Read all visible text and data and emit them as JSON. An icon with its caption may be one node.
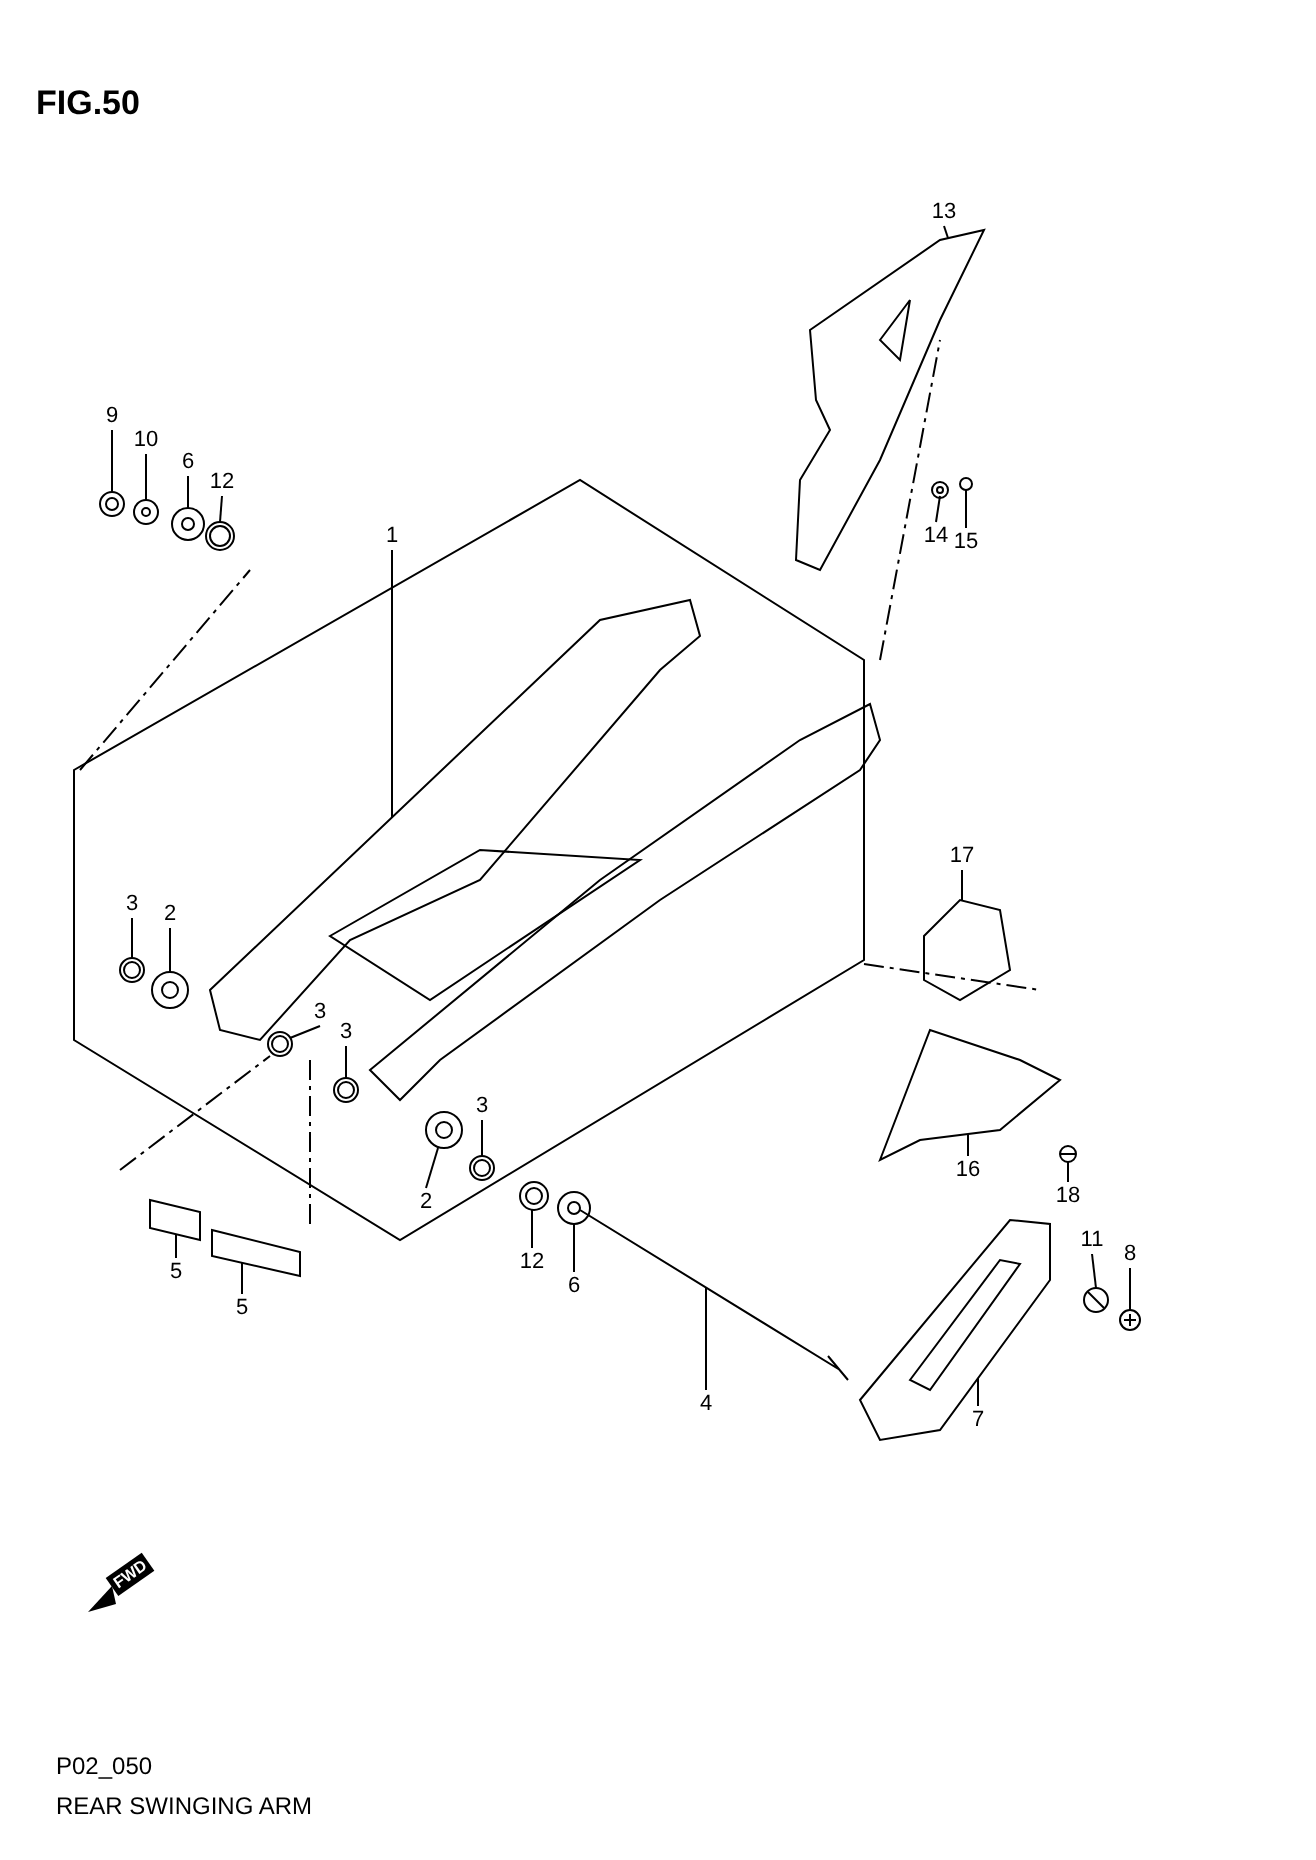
{
  "diagram": {
    "title": "FIG.50",
    "nodes": [
      {
        "text": [
          "13"
        ]
      },
      {
        "text": [
          "9"
        ]
      },
      {
        "text": [
          "10"
        ]
      },
      {
        "text": [
          "6"
        ]
      },
      {
        "text": [
          "12"
        ]
      },
      {
        "text": [
          "14"
        ]
      },
      {
        "text": [
          "15"
        ]
      },
      {
        "text": [
          "1"
        ]
      },
      {
        "text": [
          "17"
        ]
      },
      {
        "text": [
          "3"
        ]
      },
      {
        "text": [
          "2"
        ]
      },
      {
        "text": [
          "3"
        ]
      },
      {
        "text": [
          "3"
        ]
      },
      {
        "text": [
          "3"
        ]
      },
      {
        "text": [
          "16"
        ]
      },
      {
        "text": [
          "2"
        ]
      },
      {
        "text": [
          "18"
        ]
      },
      {
        "text": [
          "12"
        ]
      },
      {
        "text": [
          "6"
        ]
      },
      {
        "text": [
          "11"
        ]
      },
      {
        "text": [
          "8"
        ]
      },
      {
        "text": [
          "5"
        ]
      },
      {
        "text": [
          "5"
        ]
      },
      {
        "text": [
          "4"
        ]
      },
      {
        "text": [
          "7"
        ]
      },
      {
        "text": [],
        "shape": "picture"
      },
      {
        "text": [],
        "shape": "picture"
      },
      {
        "text": [],
        "shape": "picture"
      },
      {
        "text": [],
        "shape": "picture"
      },
      {
        "text": [],
        "shape": "picture"
      },
      {
        "text": [],
        "shape": "picture"
      },
      {
        "text": [],
        "shape": "picture"
      },
      {
        "text": [],
        "shape": "picture"
      },
      {
        "text": [],
        "shape": "picture"
      },
      {
        "text": [],
        "shape": "picture"
      },
      {
        "text": [],
        "shape": "picture"
      },
      {
        "text": [],
        "shape": "picture"
      },
      {
        "text": [],
        "shape": "picture"
      },
      {
        "text": [],
        "shape": "picture"
      },
      {
        "text": [],
        "shape": "picture"
      },
      {
        "text": [],
        "shape": "picture"
      },
      {
        "text": [],
        "shape": "picture"
      },
      {
        "text": [],
        "shape": "picture"
      },
      {
        "text": [],
        "shape": "picture"
      },
      {
        "text": [],
        "shape": "picture"
      },
      {
        "text": [],
        "shape": "picture"
      },
      {
        "text": [],
        "shape": "picture"
      },
      {
        "text": [],
        "shape": "picture"
      },
      {
        "text": [],
        "shape": "picture"
      },
      {
        "text": [],
        "shape": "picture"
      }
    ],
    "edges": [
      {
        "from": 0,
        "to": 25,
        "arrow": "none"
      },
      {
        "from": 1,
        "to": 26,
        "arrow": "none"
      },
      {
        "from": 2,
        "to": 27,
        "arrow": "none"
      },
      {
        "from": 3,
        "to": 28,
        "arrow": "none"
      },
      {
        "from": 4,
        "to": 29,
        "arrow": "none"
      },
      {
        "from": 5,
        "to": 30,
        "arrow": "none"
      },
      {
        "from": 6,
        "to": 31,
        "arrow": "none"
      },
      {
        "from": 7,
        "to": 32,
        "arrow": "none"
      },
      {
        "from": 8,
        "to": 33,
        "arrow": "none"
      },
      {
        "from": 9,
        "to": 34,
        "arrow": "none"
      },
      {
        "from": 10,
        "to": 35,
        "arrow": "none"
      },
      {
        "from": 11,
        "to": 36,
        "arrow": "none"
      },
      {
        "from": 12,
        "to": 37,
        "arrow": "none"
      },
      {
        "from": 13,
        "to": 38,
        "arrow": "none"
      },
      {
        "from": 14,
        "to": 39,
        "arrow": "none"
      },
      {
        "from": 15,
        "to": 40,
        "arrow": "none"
      },
      {
        "from": 16,
        "to": 41,
        "arrow": "none"
      },
      {
        "from": 17,
        "to": 42,
        "arrow": "none"
      },
      {
        "from": 18,
        "to": 43,
        "arrow": "none"
      },
      {
        "from": 19,
        "to": 44,
        "arrow": "none"
      },
      {
        "from": 20,
        "to": 45,
        "arrow": "none"
      },
      {
        "from": 21,
        "to": 46,
        "arrow": "none"
      },
      {
        "from": 22,
        "to": 47,
        "arrow": "none"
      },
      {
        "from": 23,
        "to": 48,
        "arrow": "none"
      },
      {
        "from": 24,
        "to": 49,
        "arrow": "none"
      }
    ],
    "labels": [
      "FWD",
      "P02_050",
      "REAR SWINGING ARM"
    ]
  }
}
